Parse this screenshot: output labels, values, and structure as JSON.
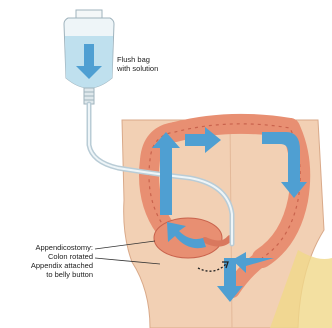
{
  "labels": {
    "flush_bag": [
      "Flush bag",
      "with solution"
    ],
    "appendicostomy": [
      "Appendicostomy:",
      "Colon rotated",
      "Appendix attached",
      "to belly button"
    ]
  },
  "colors": {
    "skin": "#f2d0b4",
    "colon": "#e88f72",
    "colon_dark": "#c9634d",
    "flow_arrow": "#4f9fd2",
    "solution": "#bfe0ee",
    "tube": "#b9ccd6"
  }
}
